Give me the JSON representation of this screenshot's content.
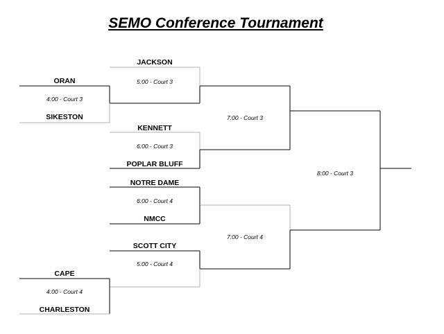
{
  "title": "SEMO Conference Tournament",
  "teams": {
    "oran": "ORAN",
    "sikeston": "SIKESTON",
    "jackson": "JACKSON",
    "kennett": "KENNETT",
    "poplar_bluff": "POPLAR BLUFF",
    "notre_dame": "NOTRE DAME",
    "nmcc": "NMCC",
    "scott_city": "SCOTT CITY",
    "cape": "CAPE",
    "charleston": "CHARLESTON"
  },
  "games": {
    "g1": "4:00 - Court 3",
    "g2": "5:00 - Court 3",
    "g3": "6:00 - Court 3",
    "g4": "6:00 - Court 4",
    "g5": "5:00 - Court 4",
    "g6": "4:00 - Court 4",
    "g7": "7:00 - Court 3",
    "g8": "7:00 - Court 4",
    "g9": "8:00 - Court 3"
  },
  "colors": {
    "line_dark": "#000000",
    "line_light": "#b0b0b0"
  }
}
